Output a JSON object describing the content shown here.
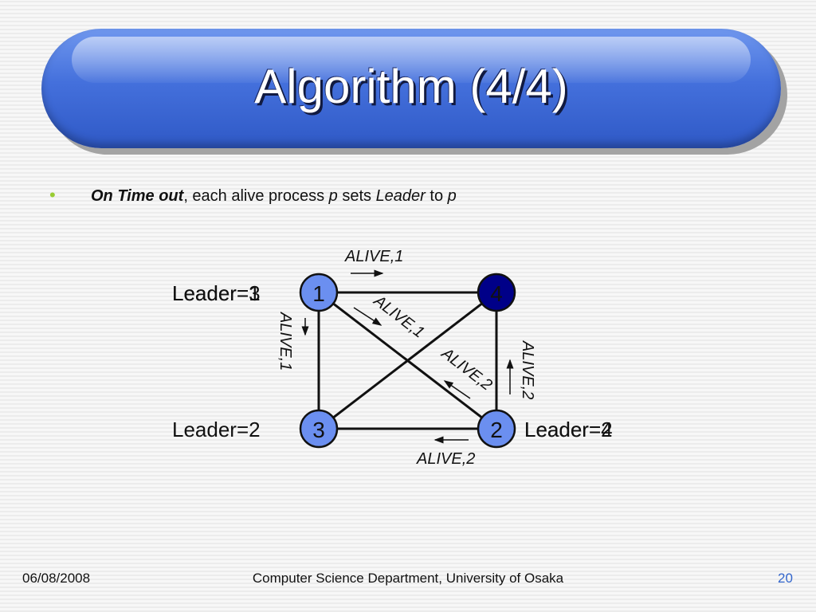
{
  "slide": {
    "title": "Algorithm (4/4)",
    "bullet": {
      "part1": "On Time out",
      "part2": ", each alive process ",
      "part3": "p",
      "part4": " sets ",
      "part5": "Leader",
      "part6": " to ",
      "part7": "p"
    }
  },
  "diagram": {
    "nodes": [
      {
        "id": "1",
        "label": "1",
        "fill": "#6b8ff0"
      },
      {
        "id": "4",
        "label": "4",
        "fill": "#000088"
      },
      {
        "id": "3",
        "label": "3",
        "fill": "#6b8ff0"
      },
      {
        "id": "2",
        "label": "2",
        "fill": "#6b8ff0"
      }
    ],
    "leader_labels": {
      "node1_a": "Leader=1",
      "node1_b": "Leader=3",
      "node3": "Leader=2",
      "node2_a": "Leader=4",
      "node2_b": "Leader=2"
    },
    "messages": {
      "top": "ALIVE,1",
      "left": "ALIVE,1",
      "diag_1": "ALIVE,1",
      "diag_2": "ALIVE,2",
      "right": "ALIVE,2",
      "bottom": "ALIVE,2"
    }
  },
  "footer": {
    "date": "06/08/2008",
    "org": "Computer Science Department, University of Osaka",
    "page": "20"
  },
  "colors": {
    "title_blue": "#4470dc",
    "node_blue": "#6b8ff0",
    "node_dark": "#000088",
    "bullet_green": "#99cc33",
    "page_number": "#3366cc"
  }
}
